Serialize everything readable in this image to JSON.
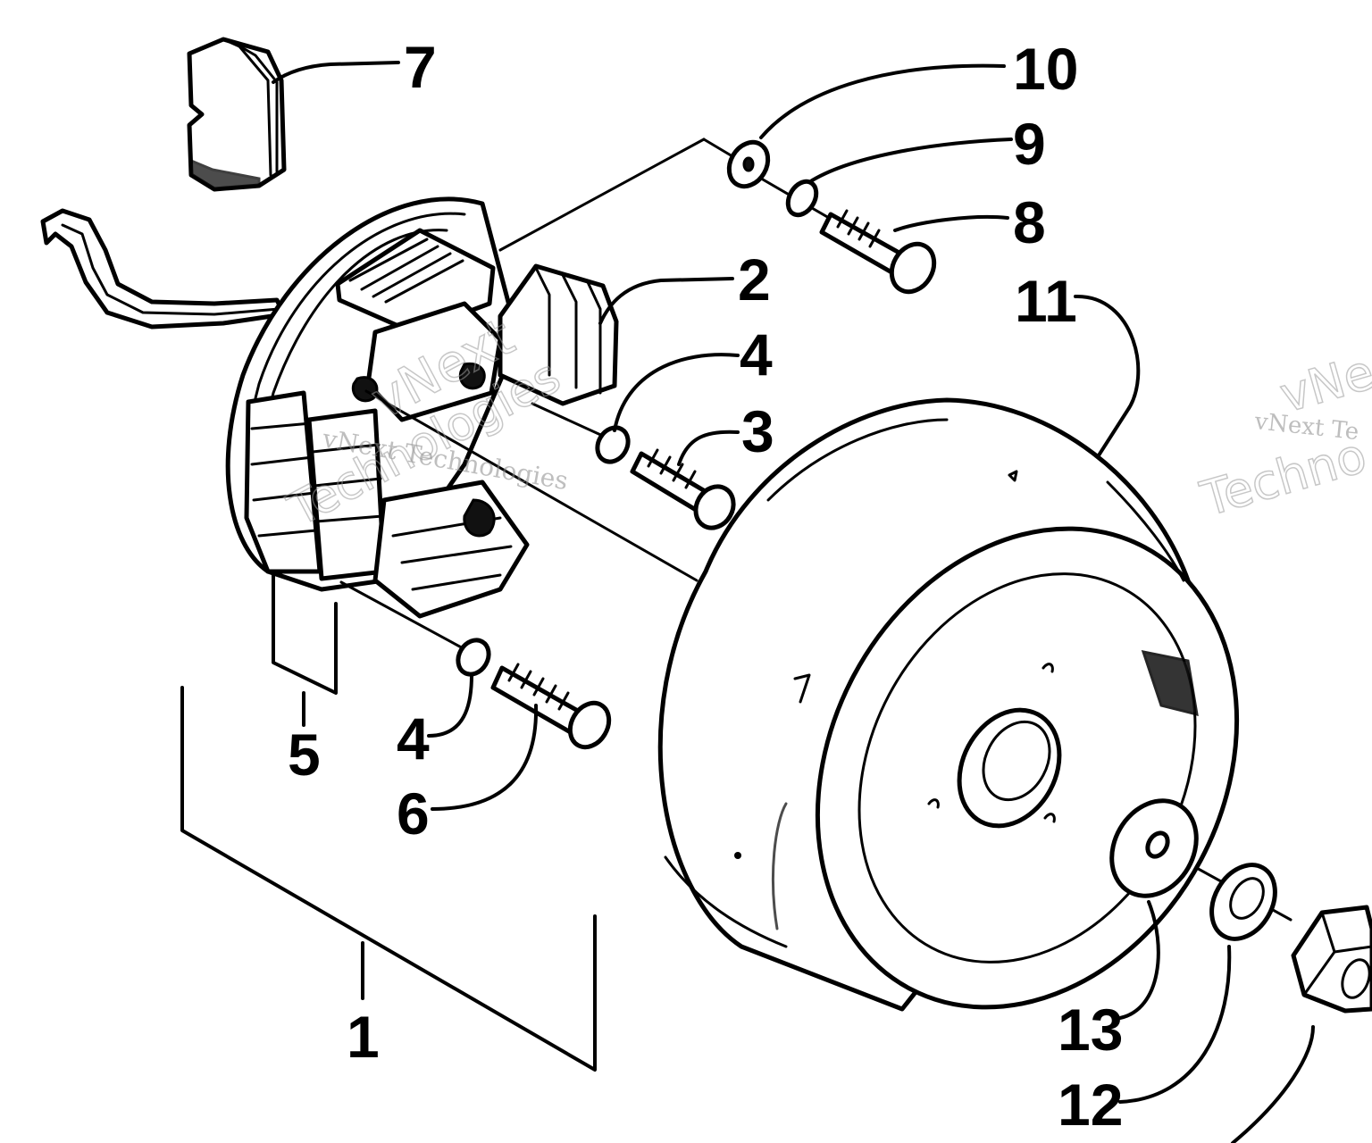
{
  "diagram": {
    "callouts": {
      "c1": "1",
      "c2": "2",
      "c3": "3",
      "c4a": "4",
      "c4b": "4",
      "c5": "5",
      "c6": "6",
      "c7": "7",
      "c8": "8",
      "c9": "9",
      "c10": "10",
      "c11": "11",
      "c12": "12",
      "c13": "13"
    },
    "watermark": {
      "brand": "vNext Technologies",
      "brand_short": "vNext",
      "brand_word": "Technologies",
      "right_line1": "vNext Te",
      "right_big1": "vNe",
      "right_big2": "Techno"
    },
    "colors": {
      "ink": "#000000",
      "paper": "#ffffff",
      "watermark": "#8a8a8a"
    }
  }
}
